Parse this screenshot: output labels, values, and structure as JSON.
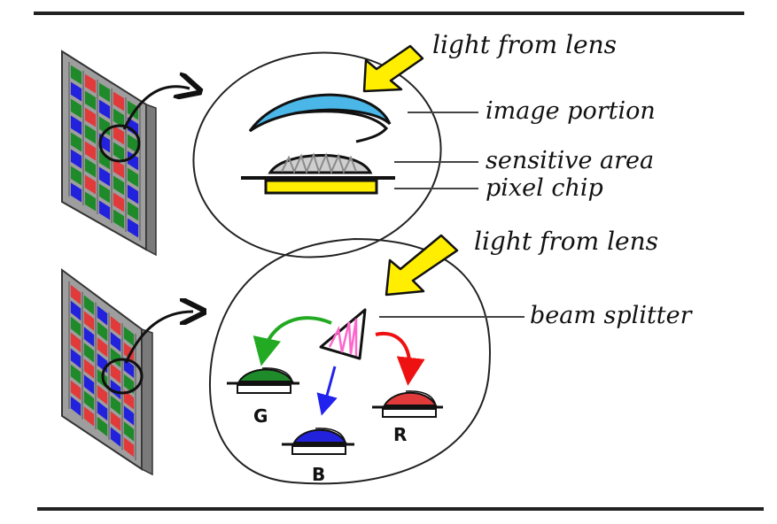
{
  "labels": {
    "light_top": "light from lens",
    "image_portion": "image portion",
    "sensitive_area": "sensitive area",
    "pixel_chip": "pixel chip",
    "light_bottom": "light from lens",
    "beam_splitter": "beam splitter",
    "g": "G",
    "b": "B",
    "r": "R"
  },
  "colors": {
    "ink": "#111111",
    "arrow_yellow": "#ffee00",
    "chip_yellow": "#ffee00",
    "lens_blue": "#4ab7e8",
    "sensor_red": "#e03a3a",
    "sensor_green": "#1f8a2a",
    "sensor_blue": "#2222dd",
    "prism_pink": "#ff66cc",
    "panel_gray": "#bdbdbd",
    "arrow_green": "#22aa22",
    "arrow_red": "#ee1111",
    "arrow_blue": "#2222ee"
  },
  "sensor_grids": [
    {
      "name": "bayer-grid",
      "rows": [
        [
          "g",
          "r",
          "g",
          "r",
          "g"
        ],
        [
          "b",
          "g",
          "b",
          "g",
          "b"
        ],
        [
          "g",
          "r",
          "g",
          "r",
          "g"
        ],
        [
          "b",
          "g",
          "b",
          "g",
          "b"
        ],
        [
          "g",
          "r",
          "g",
          "r",
          "g"
        ],
        [
          "b",
          "g",
          "b",
          "g",
          "b"
        ],
        [
          "g",
          "r",
          "g",
          "r",
          "g"
        ],
        [
          "b",
          "g",
          "b",
          "g",
          "b"
        ]
      ]
    },
    {
      "name": "three-chip-grid",
      "rows": [
        [
          "r",
          "g",
          "b",
          "r",
          "g"
        ],
        [
          "b",
          "r",
          "g",
          "b",
          "r"
        ],
        [
          "g",
          "b",
          "r",
          "g",
          "b"
        ],
        [
          "r",
          "g",
          "b",
          "r",
          "g"
        ],
        [
          "b",
          "r",
          "g",
          "b",
          "r"
        ],
        [
          "g",
          "b",
          "r",
          "g",
          "b"
        ],
        [
          "r",
          "g",
          "b",
          "r",
          "g"
        ],
        [
          "b",
          "r",
          "g",
          "b",
          "r"
        ]
      ]
    }
  ]
}
